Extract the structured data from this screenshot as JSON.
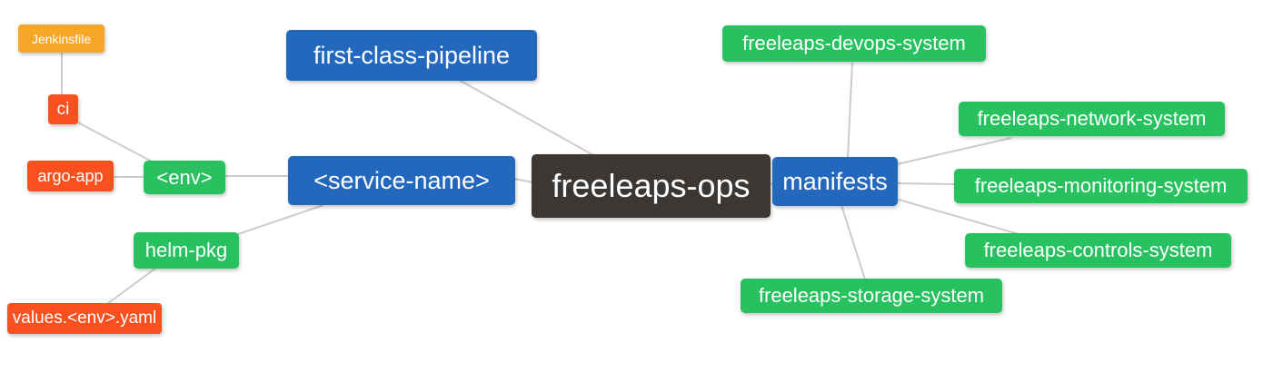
{
  "diagram": {
    "type": "mindmap",
    "root_label": "freeleaps-ops",
    "colors": {
      "background": "#ffffff",
      "edge": "#cccccc",
      "text": "#ffffff",
      "root_bg": "#3b3735",
      "level1_bg": "#2368bd",
      "green_bg": "#27c25f",
      "red_bg": "#f8501e",
      "orange_bg": "#f7a728"
    },
    "nodes": {
      "root": {
        "label": "freeleaps-ops",
        "color": "#3b3735"
      },
      "first_class_pipeline": {
        "label": "first-class-pipeline",
        "color": "#2368bd"
      },
      "service_name": {
        "label": "<service-name>",
        "color": "#2368bd"
      },
      "manifests": {
        "label": "manifests",
        "color": "#2368bd"
      },
      "env": {
        "label": "<env>",
        "color": "#27c25f"
      },
      "helm_pkg": {
        "label": "helm-pkg",
        "color": "#27c25f"
      },
      "ci": {
        "label": "ci",
        "color": "#f8501e"
      },
      "argo_app": {
        "label": "argo-app",
        "color": "#f8501e"
      },
      "jenkinsfile": {
        "label": "Jenkinsfile",
        "color": "#f7a728"
      },
      "values_env_yaml": {
        "label": "values.<env>.yaml",
        "color": "#f8501e"
      },
      "devops_system": {
        "label": "freeleaps-devops-system",
        "color": "#27c25f"
      },
      "network_system": {
        "label": "freeleaps-network-system",
        "color": "#27c25f"
      },
      "monitoring_system": {
        "label": "freeleaps-monitoring-system",
        "color": "#27c25f"
      },
      "controls_system": {
        "label": "freeleaps-controls-system",
        "color": "#27c25f"
      },
      "storage_system": {
        "label": "freeleaps-storage-system",
        "color": "#27c25f"
      }
    },
    "edges": [
      [
        "root",
        "first_class_pipeline"
      ],
      [
        "root",
        "service_name"
      ],
      [
        "root",
        "manifests"
      ],
      [
        "service_name",
        "env"
      ],
      [
        "service_name",
        "helm_pkg"
      ],
      [
        "env",
        "ci"
      ],
      [
        "env",
        "argo_app"
      ],
      [
        "ci",
        "jenkinsfile"
      ],
      [
        "helm_pkg",
        "values_env_yaml"
      ],
      [
        "manifests",
        "devops_system"
      ],
      [
        "manifests",
        "network_system"
      ],
      [
        "manifests",
        "monitoring_system"
      ],
      [
        "manifests",
        "controls_system"
      ],
      [
        "manifests",
        "storage_system"
      ]
    ]
  }
}
